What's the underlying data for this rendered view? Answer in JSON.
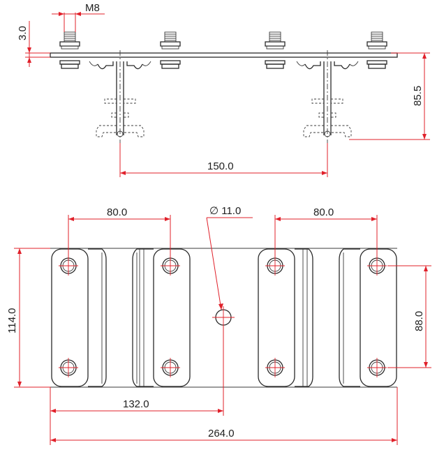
{
  "dimensions": {
    "thread": "M8",
    "plate_thickness": "3.0",
    "rail_height": "85.5",
    "rail_spacing": "150.0",
    "bolt_pitch_left": "80.0",
    "bolt_pitch_right": "80.0",
    "hole_diameter": "∅ 11.0",
    "plate_width": "114.0",
    "bolt_row_spacing": "88.0",
    "half_length": "132.0",
    "total_length": "264.0"
  },
  "colors": {
    "dimension_lines": "#e0202a",
    "outline": "#2a2a2a",
    "text": "#202020"
  }
}
